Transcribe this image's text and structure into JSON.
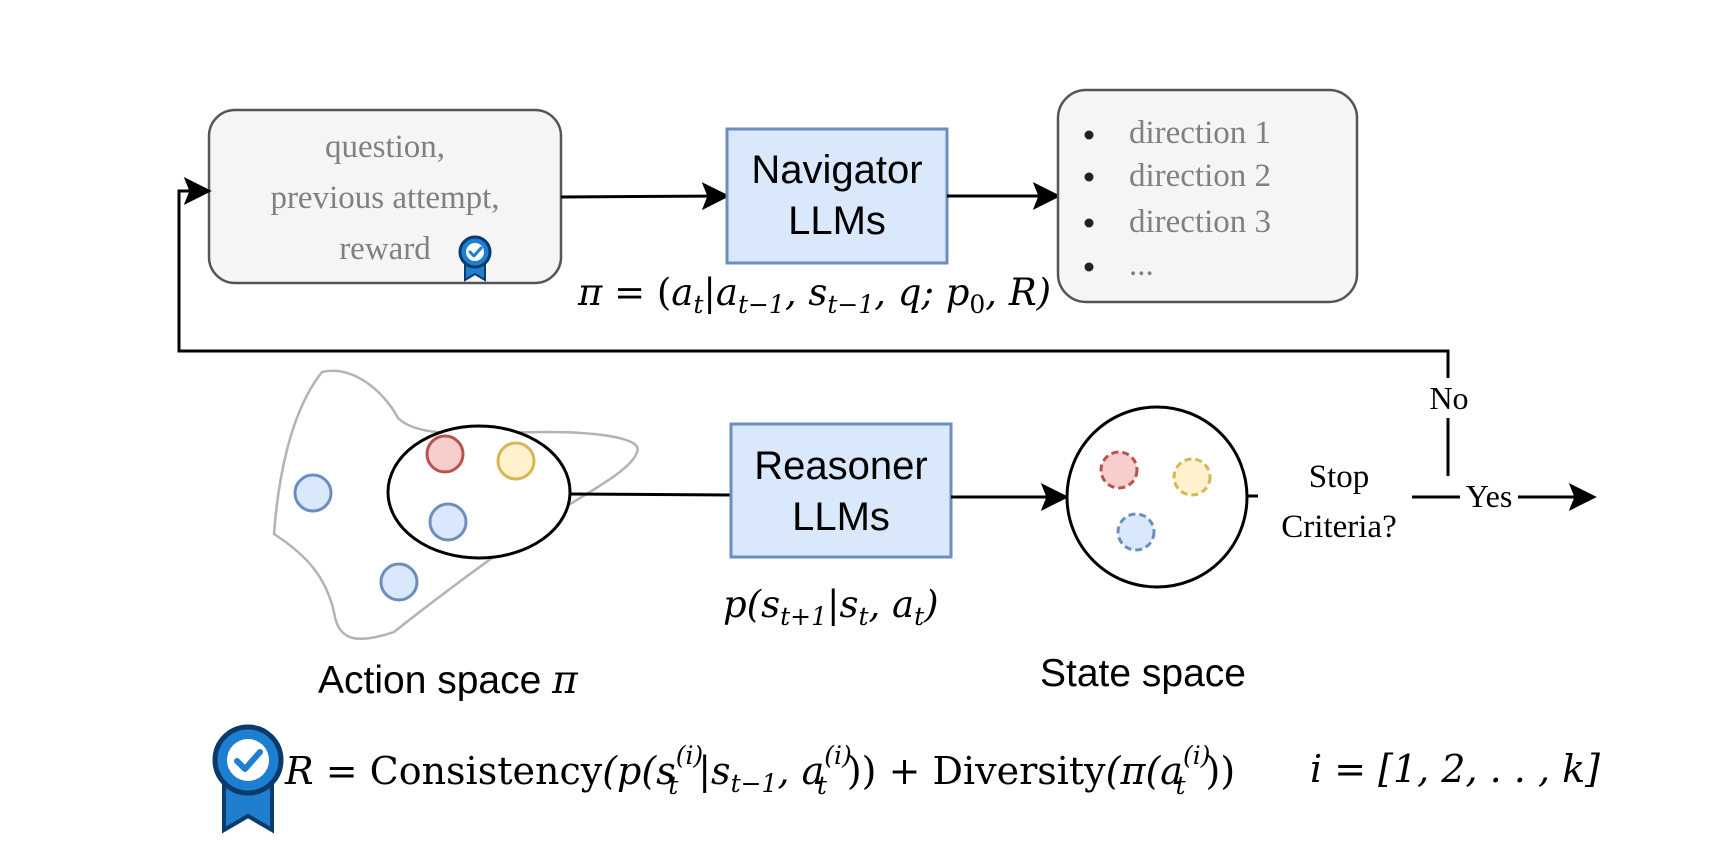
{
  "input_box": {
    "line1": "question,",
    "line2": "previous attempt,",
    "line3": "reward"
  },
  "navigator": {
    "line1": "Navigator",
    "line2": "LLMs"
  },
  "directions": {
    "items": [
      "direction 1",
      "direction 2",
      "direction 3",
      "..."
    ]
  },
  "policy_formula": {
    "pi": "π",
    "eq": " = (",
    "a": "a",
    "sub_t": "t",
    "bar": "|",
    "sub_tm1": "t−1",
    "comma_s": ", s",
    "comma_q": ", q; p",
    "sub_0": "0",
    "comma_R": ", R)"
  },
  "reasoner": {
    "line1": "Reasoner",
    "line2": "LLMs"
  },
  "transition_formula": {
    "p": "p(s",
    "sub_t1": "t+1",
    "bar": "|s",
    "sub_t": "t",
    "comma_a": ", a",
    "sub_t2": "t",
    "close": ")"
  },
  "labels": {
    "action_space": "Action space ",
    "action_pi": "π",
    "state_space": "State space",
    "stop_line1": "Stop",
    "stop_line2": "Criteria?",
    "no": "No",
    "yes": "Yes"
  },
  "reward_formula": {
    "R": "R",
    "eq": " = ",
    "consistency": "Consistency",
    "open_p": "(p(s",
    "sup_i1": "(i)",
    "sub_t1": "t",
    "bar": "|s",
    "sub_tm1": "t−1",
    "comma_a": ", a",
    "sup_i2": "(i)",
    "sub_t2": "t",
    "close1": ")) + ",
    "diversity": "Diversity",
    "open_pi": "(π(a",
    "sup_i3": "(i)",
    "sub_t3": "t",
    "close2": "))",
    "index": "i = [1, 2, . . , k]"
  },
  "icons": {
    "reward_badge": "award-badge-icon"
  },
  "colors": {
    "box_gray_fill": "#f5f5f5",
    "box_gray_stroke": "#666666",
    "llm_fill": "#dae8fc",
    "llm_stroke": "#6c8ebf",
    "red_fill": "#f8cecc",
    "red_stroke": "#b85450",
    "yellow_fill": "#fff2cc",
    "yellow_stroke": "#d6b656",
    "blue_fill": "#dae8fc",
    "blue_stroke": "#6c8ebf",
    "badge_blue": "#1e7fd1",
    "badge_dark": "#0b3a6b"
  }
}
